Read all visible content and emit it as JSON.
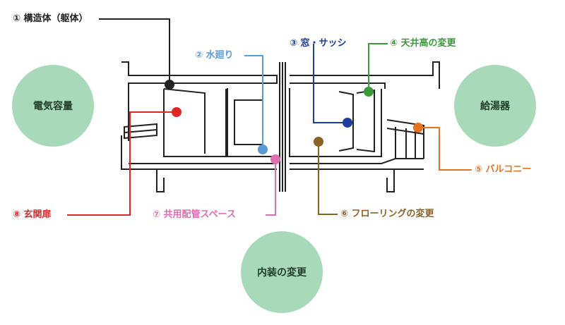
{
  "circles": {
    "electric": "電気容量",
    "water_heater": "給湯器",
    "interior": "内装の変更"
  },
  "labels": [
    {
      "id": "structure",
      "text": "① 構造体（躯体）",
      "color": "#222222"
    },
    {
      "id": "water",
      "text": "② 水廻り",
      "color": "#5b9bd5"
    },
    {
      "id": "window",
      "text": "③ 窓・サッシ",
      "color": "#1f3fa0"
    },
    {
      "id": "ceiling",
      "text": "④ 天井高の変更",
      "color": "#3a9b3a"
    },
    {
      "id": "balcony",
      "text": "⑤ バルコニー",
      "color": "#e8731e"
    },
    {
      "id": "flooring",
      "text": "⑥ フローリングの変更",
      "color": "#8b6225"
    },
    {
      "id": "shared_pipe",
      "text": "⑦ 共用配管スペース",
      "color": "#e06fb0"
    },
    {
      "id": "entrance",
      "text": "⑧ 玄関扉",
      "color": "#e02828"
    }
  ],
  "colors": {
    "structure": "#222222",
    "water": "#5b9bd5",
    "window": "#1f3fa0",
    "ceiling": "#3a9b3a",
    "balcony": "#e8731e",
    "flooring": "#8b6225",
    "shared_pipe": "#e06fb0",
    "entrance": "#e02828",
    "circle_fill": "#a8d9b8"
  }
}
